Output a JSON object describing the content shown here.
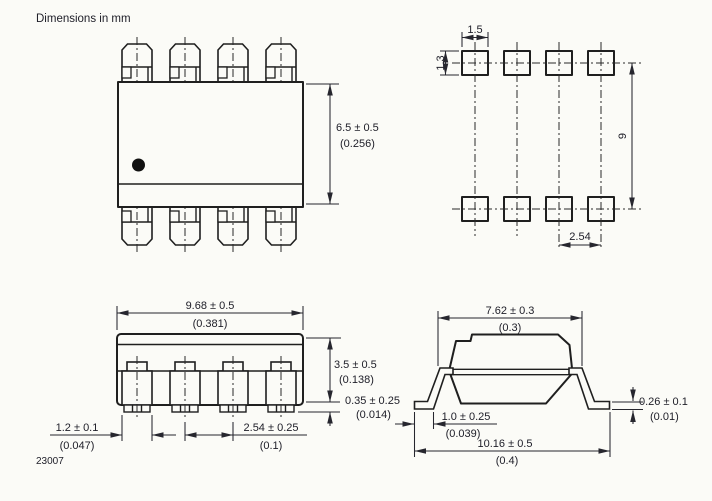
{
  "title": "Dimensions in mm",
  "figure_number": "23007",
  "colors": {
    "background": "#fbfbf7",
    "outline_ink": "#1f1f1f",
    "dimension_ink": "#26262e",
    "text_ink": "#20202a",
    "pin1_dot": "#111111"
  },
  "views": {
    "top": {
      "height_mm": "6.5 ± 0.5",
      "height_in": "(0.256)"
    },
    "footprint": {
      "pad_width_mm": "1.5",
      "pad_height_mm": "1.3",
      "row_spacing_mm": "9",
      "pitch_mm": "2.54"
    },
    "side": {
      "length_mm": "9.68 ± 0.5",
      "length_in": "(0.381)",
      "height_mm": "3.5 ± 0.5",
      "height_in": "(0.138)",
      "standoff_mm": "0.35 ± 0.25",
      "standoff_in": "(0.014)",
      "lead_width_mm": "1.2 ± 0.1",
      "lead_width_in": "(0.047)",
      "pitch_mm": "2.54 ± 0.25",
      "pitch_in": "(0.1)"
    },
    "end": {
      "body_width_mm": "7.62 ± 0.3",
      "body_width_in": "(0.3)",
      "lead_thickness_mm": "0.26 ± 0.1",
      "lead_thickness_in": "(0.01)",
      "foot_length_mm": "1.0 ± 0.25",
      "foot_length_in": "(0.039)",
      "overall_span_mm": "10.16 ± 0.5",
      "overall_span_in": "(0.4)"
    }
  }
}
